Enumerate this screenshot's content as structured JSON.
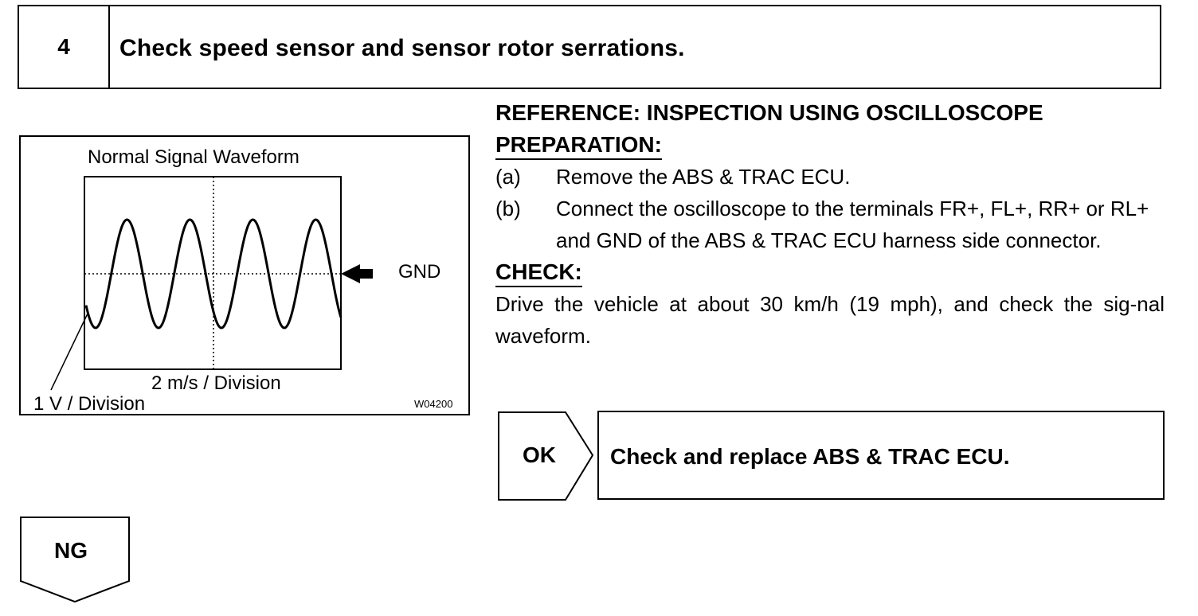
{
  "step": {
    "number": "4",
    "title": "Check speed sensor and sensor rotor serrations."
  },
  "figure": {
    "title": "Normal Signal Waveform",
    "gnd_label": "GND",
    "time_label": "2 m/s / Division",
    "volt_label": "1 V / Division",
    "figure_code": "W04200"
  },
  "reference": {
    "heading": "REFERENCE: INSPECTION USING OSCILLOSCOPE",
    "preparation_heading": "PREPARATION:",
    "items": [
      {
        "label": "(a)",
        "text": "Remove the ABS & TRAC ECU."
      },
      {
        "label": "(b)",
        "text": "Connect the oscilloscope to the terminals FR+, FL+, RR+ or RL+ and GND of the ABS & TRAC ECU harness side connector."
      }
    ],
    "check_heading": "CHECK:",
    "check_text": "Drive the vehicle at about 30 km/h (19 mph), and check the sig-nal waveform."
  },
  "ok_branch": {
    "label": "OK",
    "result": "Check and replace ABS & TRAC ECU."
  },
  "ng_branch": {
    "label": "NG"
  }
}
